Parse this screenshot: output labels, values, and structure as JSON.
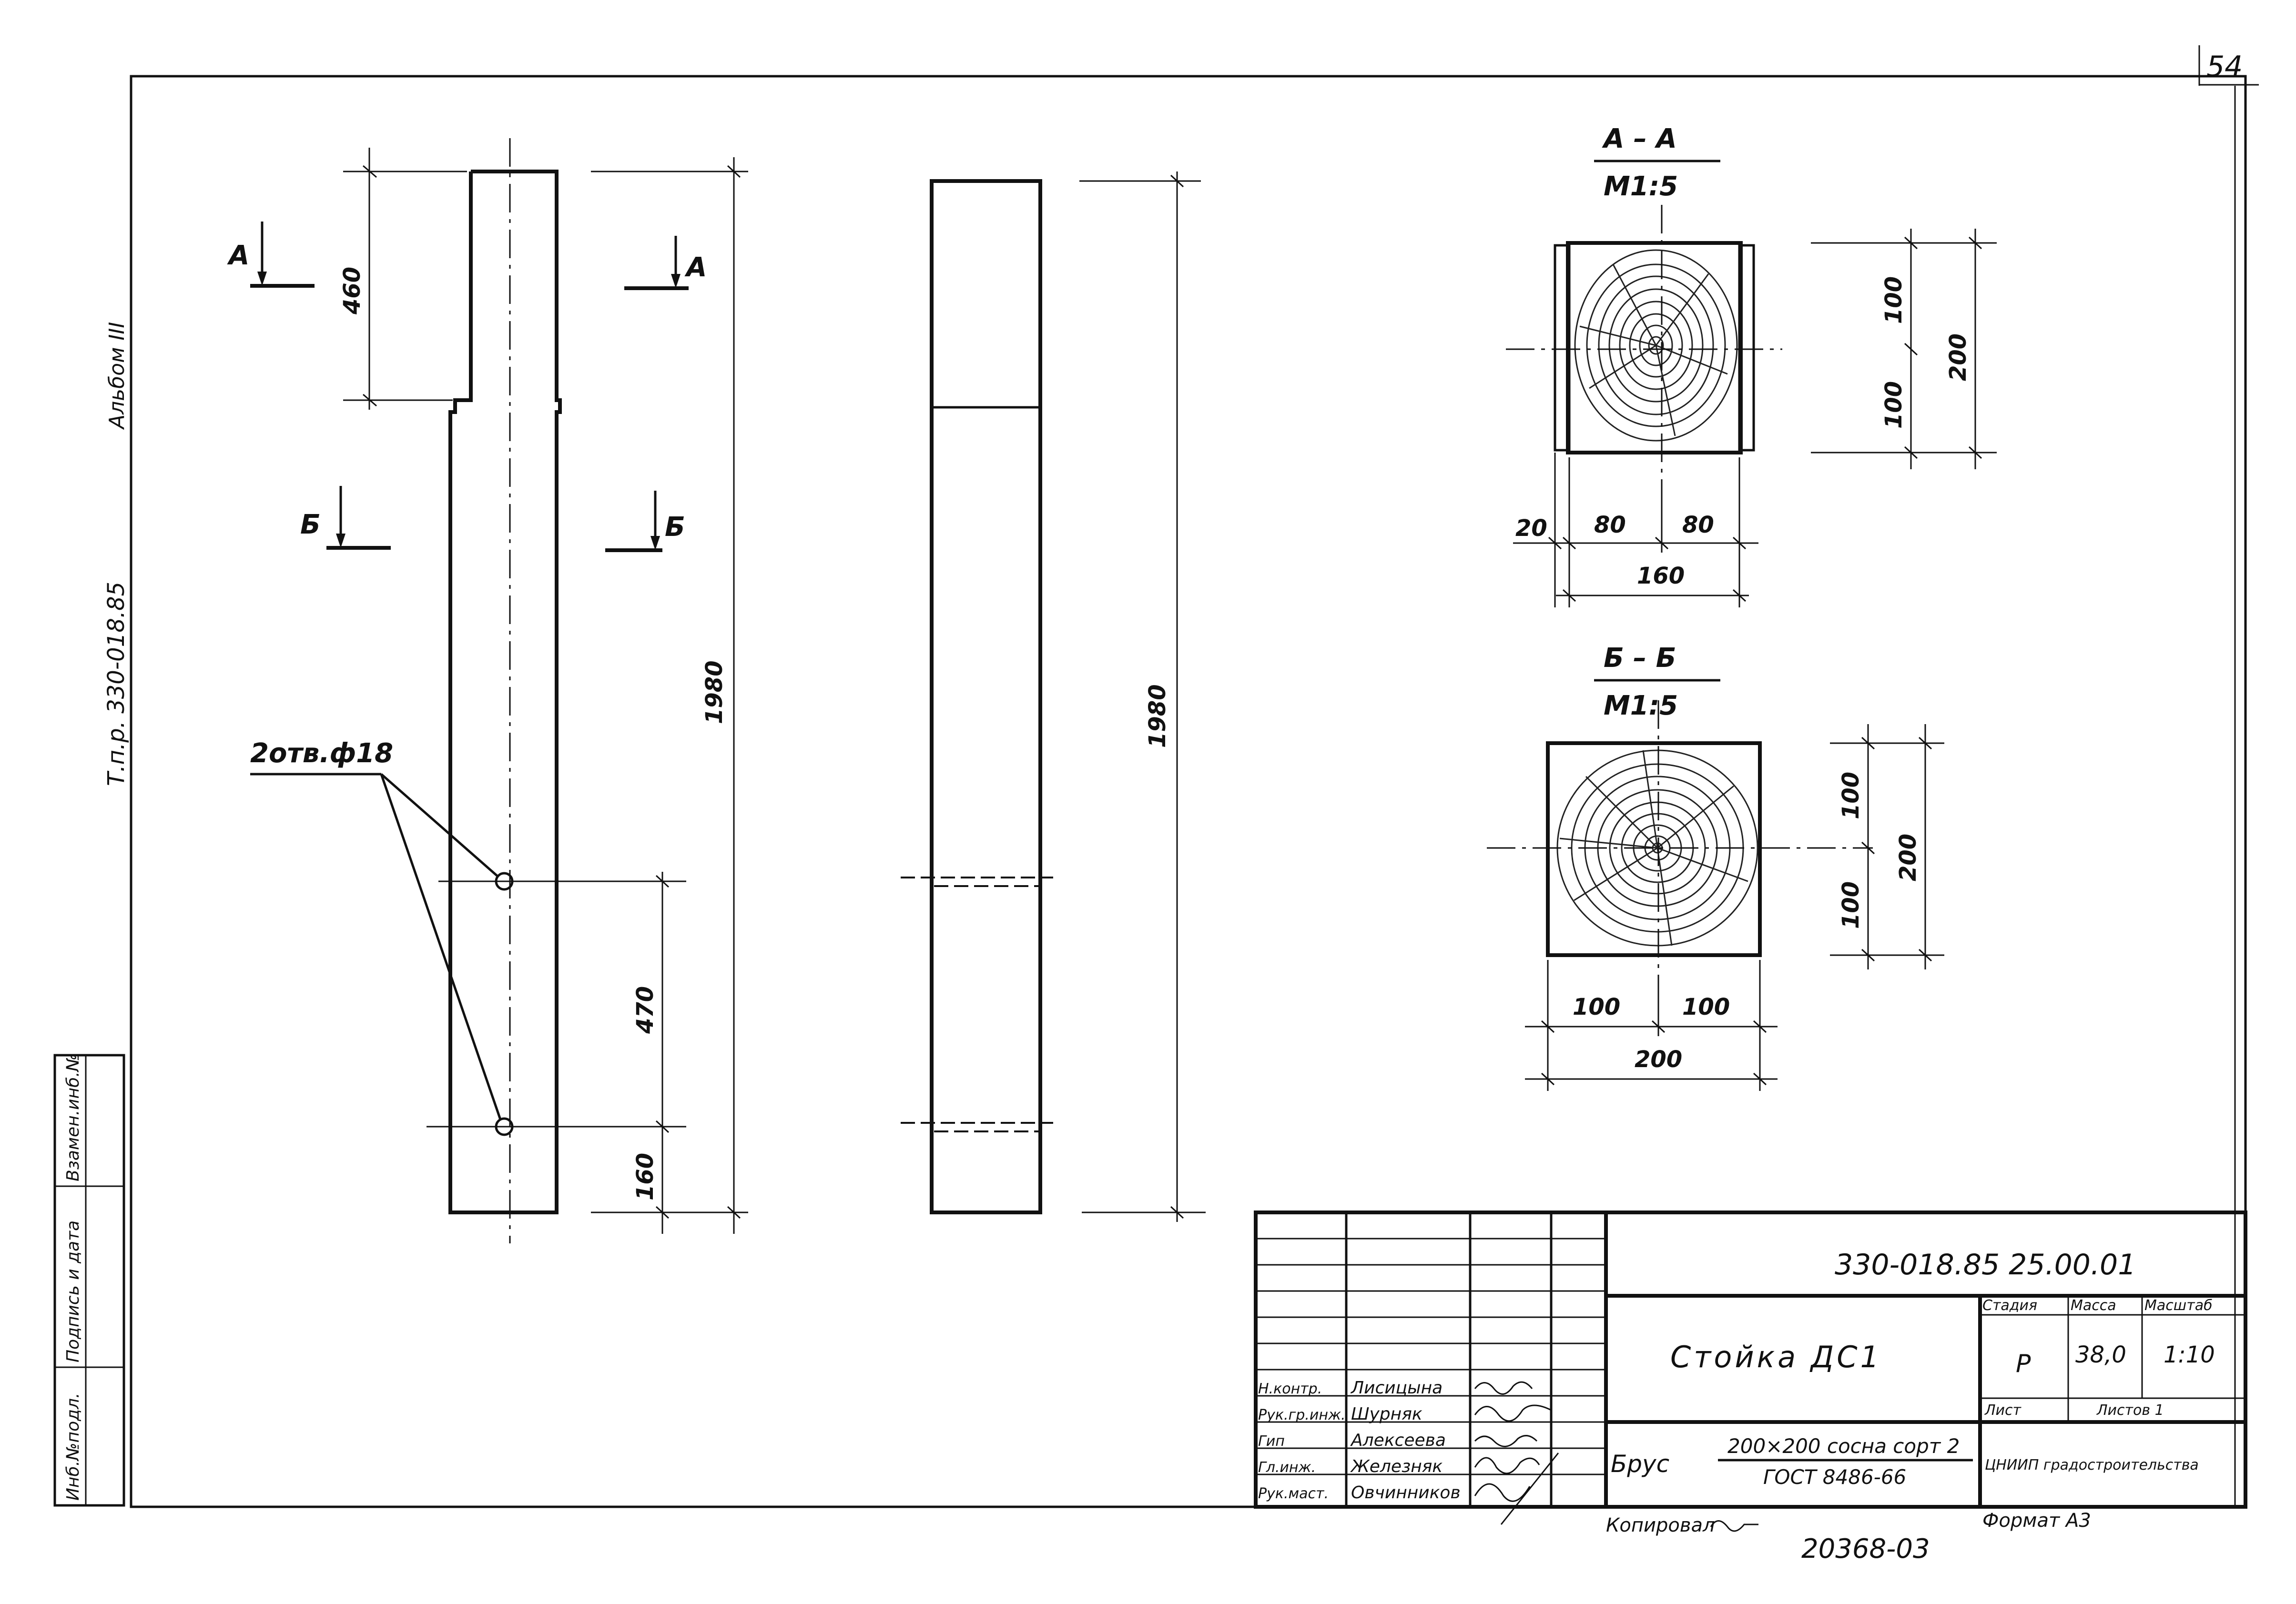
{
  "page_number": "54",
  "side_stamp": {
    "album": "Альбом III",
    "project": "Т.п.р. 330-018.85"
  },
  "side_box": {
    "inv_no": "Инб.№подл.",
    "signature_date": "Подпись и дата",
    "replace_inv": "Взамен.инб.№"
  },
  "section_markers": {
    "a": "А",
    "b": "Б"
  },
  "holes_label": "2отв.ф18",
  "dims": {
    "d460": "460",
    "d1980": "1980",
    "d470": "470",
    "d160": "160",
    "d100": "100",
    "d200": "200",
    "d80": "80",
    "d20": "20"
  },
  "sections": [
    {
      "title": "А – А",
      "scale": "М1:5"
    },
    {
      "title": "Б – Б",
      "scale": "М1:5"
    }
  ],
  "title_block": {
    "code": "330-018.85  25.00.01",
    "name": "Стойка ДС1",
    "stage_h": "Стадия",
    "mass_h": "Масса",
    "scale_h": "Масштаб",
    "stage": "Р",
    "mass": "38,0",
    "scale": "1:10",
    "sheet_h": "Лист",
    "sheets_h": "Листов  1",
    "material_prefix": "Брус",
    "material_top": "200×200 сосна сорт 2",
    "material_bottom": "ГОСТ 8486-66",
    "org": "ЦНИИП градостроительства",
    "roles": [
      {
        "role": "Н.контр.",
        "name": "Лисицына"
      },
      {
        "role": "Рук.гр.инж.",
        "name": "Шурняк"
      },
      {
        "role": "Гип",
        "name": "Алексеева"
      },
      {
        "role": "Гл.инж.",
        "name": "Железняк"
      },
      {
        "role": "Рук.маст.",
        "name": "Овчинников"
      }
    ],
    "copied": "Копировал",
    "format": "Формат А3",
    "number": "20368-03"
  }
}
